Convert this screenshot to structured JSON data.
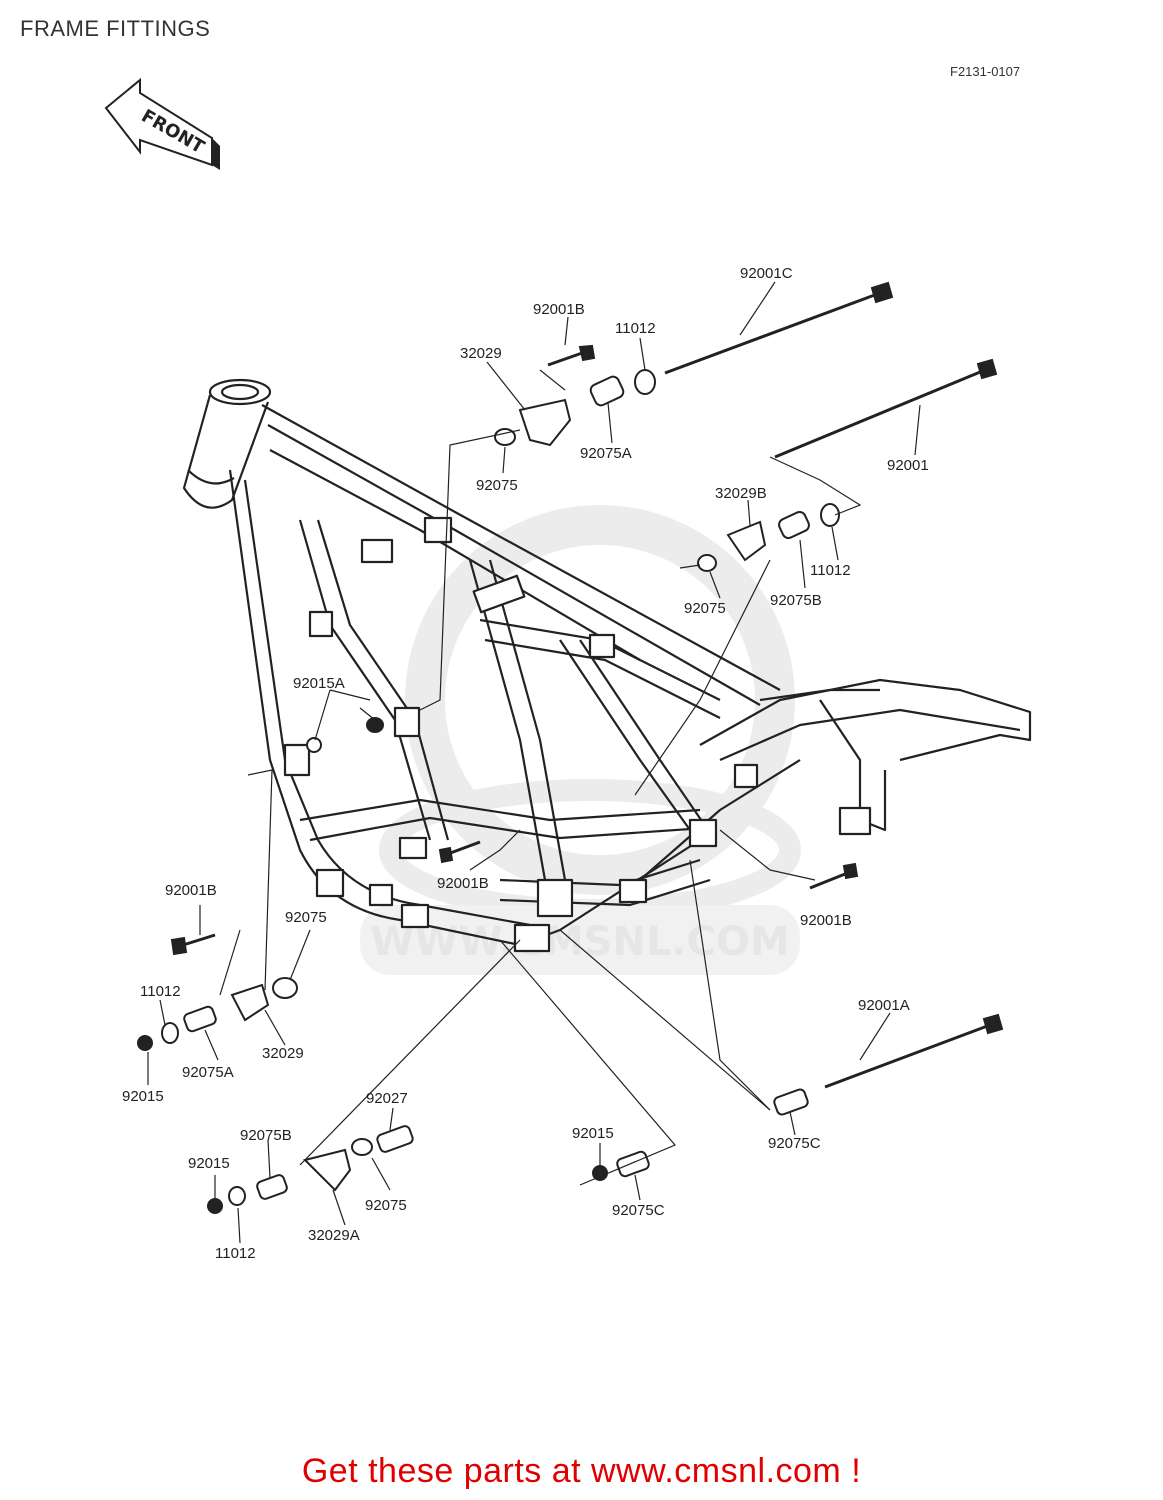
{
  "header": {
    "title": "FRAME FITTINGS",
    "diagram_code": "F2131-0107"
  },
  "direction_arrow": {
    "label": "FRONT"
  },
  "watermark": {
    "text": "WWW.CMSNL.COM"
  },
  "parts": [
    {
      "id": "p1",
      "number": "92001C"
    },
    {
      "id": "p2",
      "number": "92001B"
    },
    {
      "id": "p3",
      "number": "11012"
    },
    {
      "id": "p4",
      "number": "32029"
    },
    {
      "id": "p5",
      "number": "92075A"
    },
    {
      "id": "p6",
      "number": "92075"
    },
    {
      "id": "p7",
      "number": "92001"
    },
    {
      "id": "p8",
      "number": "32029B"
    },
    {
      "id": "p9",
      "number": "92075"
    },
    {
      "id": "p10",
      "number": "92075B"
    },
    {
      "id": "p11",
      "number": "11012"
    },
    {
      "id": "p12",
      "number": "92015A"
    },
    {
      "id": "p13",
      "number": "92001B"
    },
    {
      "id": "p14",
      "number": "92001B"
    },
    {
      "id": "p15",
      "number": "92001B"
    },
    {
      "id": "p16",
      "number": "92075"
    },
    {
      "id": "p17",
      "number": "11012"
    },
    {
      "id": "p18",
      "number": "92075A"
    },
    {
      "id": "p19",
      "number": "32029"
    },
    {
      "id": "p20",
      "number": "92015"
    },
    {
      "id": "p21",
      "number": "92001A"
    },
    {
      "id": "p22",
      "number": "92027"
    },
    {
      "id": "p23",
      "number": "92075B"
    },
    {
      "id": "p24",
      "number": "92015"
    },
    {
      "id": "p25",
      "number": "92075"
    },
    {
      "id": "p26",
      "number": "32029A"
    },
    {
      "id": "p27",
      "number": "11012"
    },
    {
      "id": "p28",
      "number": "92015"
    },
    {
      "id": "p29",
      "number": "92075C"
    },
    {
      "id": "p30",
      "number": "92075C"
    }
  ],
  "footer": {
    "text": "Get these parts at www.cmsnl.com !"
  },
  "colors": {
    "footer_text": "#e00000",
    "line_art": "#222222",
    "watermark": "#e6e6e6"
  }
}
